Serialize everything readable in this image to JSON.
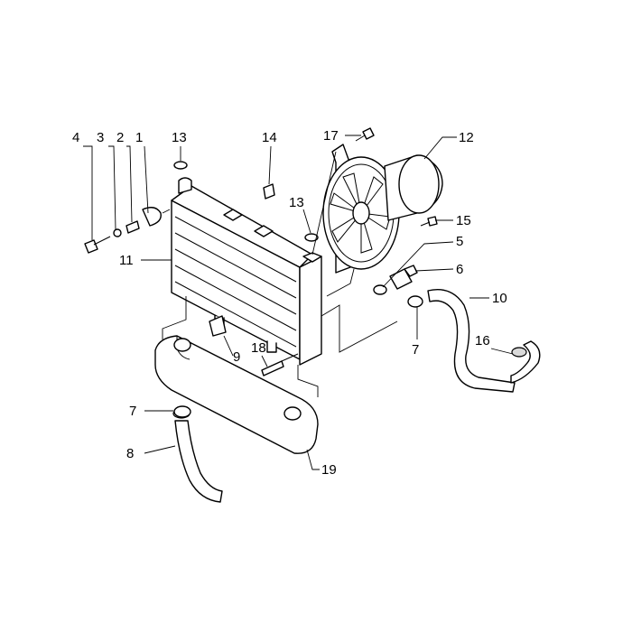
{
  "diagram": {
    "type": "exploded-parts-diagram",
    "callouts": [
      {
        "id": "c1",
        "text": "1"
      },
      {
        "id": "c2",
        "text": "2"
      },
      {
        "id": "c3",
        "text": "3"
      },
      {
        "id": "c4",
        "text": "4"
      },
      {
        "id": "c5",
        "text": "5"
      },
      {
        "id": "c6",
        "text": "6"
      },
      {
        "id": "c7a",
        "text": "7"
      },
      {
        "id": "c7b",
        "text": "7"
      },
      {
        "id": "c8",
        "text": "8"
      },
      {
        "id": "c9",
        "text": "9"
      },
      {
        "id": "c10",
        "text": "10"
      },
      {
        "id": "c11",
        "text": "11"
      },
      {
        "id": "c12",
        "text": "12"
      },
      {
        "id": "c13a",
        "text": "13"
      },
      {
        "id": "c13b",
        "text": "13"
      },
      {
        "id": "c14",
        "text": "14"
      },
      {
        "id": "c15",
        "text": "15"
      },
      {
        "id": "c16",
        "text": "16"
      },
      {
        "id": "c17",
        "text": "17"
      },
      {
        "id": "c18",
        "text": "18"
      },
      {
        "id": "c19",
        "text": "19"
      }
    ]
  }
}
